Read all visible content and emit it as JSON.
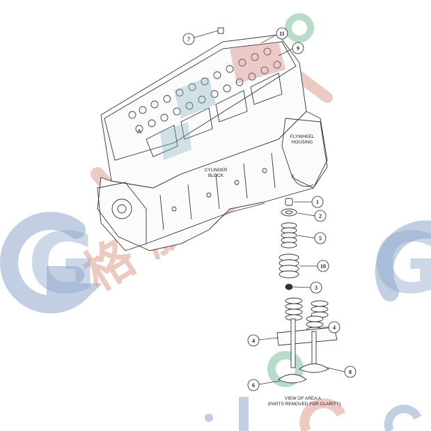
{
  "labels": {
    "area_a": "A",
    "flywheel_line1": "FLYWHEEL",
    "flywheel_line2": "HOUSING",
    "cylinder_line1": "CYLINDER",
    "cylinder_line2": "BLOCK",
    "view_line1": "VIEW OF AREA A",
    "view_line2": "(PARTS REMOVED FOR CLARITY)"
  },
  "callouts": [
    {
      "id": "c7",
      "num": "7"
    },
    {
      "id": "c11",
      "num": "11"
    },
    {
      "id": "c9",
      "num": "9"
    },
    {
      "id": "c1",
      "num": "1"
    },
    {
      "id": "c2",
      "num": "2"
    },
    {
      "id": "c5",
      "num": "5"
    },
    {
      "id": "c10",
      "num": "10"
    },
    {
      "id": "c3",
      "num": "3"
    },
    {
      "id": "c4a",
      "num": "4"
    },
    {
      "id": "c4b",
      "num": "4"
    },
    {
      "id": "c8",
      "num": "8"
    },
    {
      "id": "c6",
      "num": "6"
    }
  ],
  "watermark": {
    "chinese": "格 勝 園",
    "latin_left": "G",
    "latin_right": "G",
    "colors": {
      "blue": "#8fa8cc",
      "red": "#e0a090",
      "green": "#7fbfa0",
      "orange": "#e8b070"
    }
  }
}
